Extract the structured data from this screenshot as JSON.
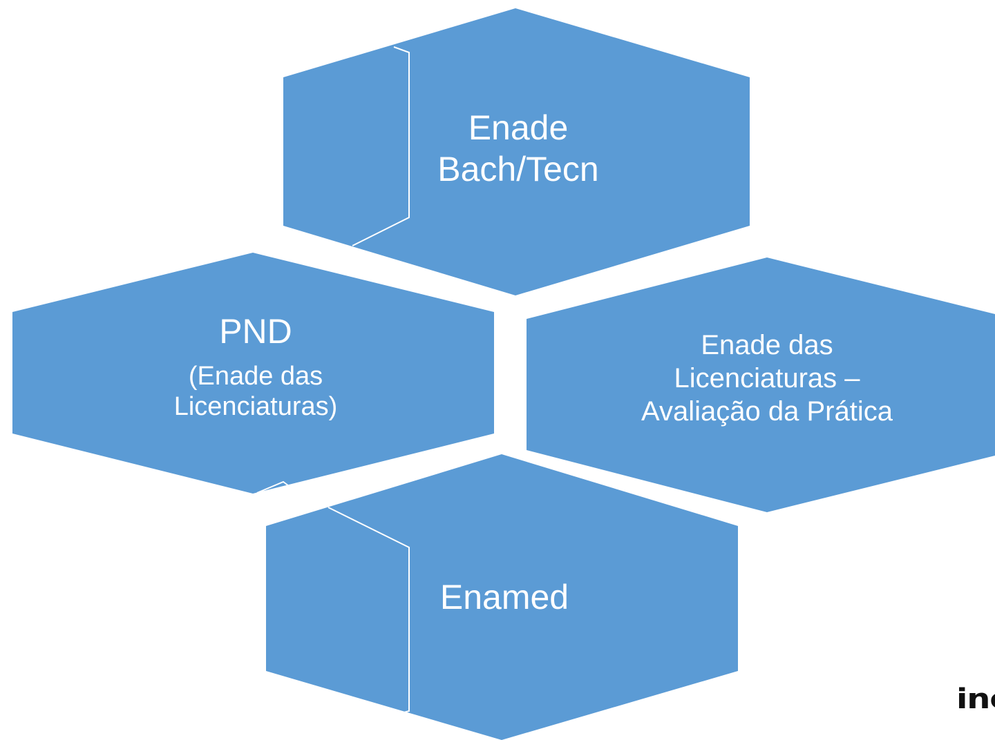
{
  "colors": {
    "hex_fill": "#5b9bd5",
    "hex_text": "#ffffff",
    "divider": "#ffffff",
    "background": "#ffffff"
  },
  "hexagons": {
    "top": {
      "lines": [
        "Enade",
        "Bach/Tecn"
      ]
    },
    "left": {
      "title": "PND",
      "subtitle_lines": [
        "(Enade das",
        "Licenciaturas)"
      ]
    },
    "right": {
      "lines": [
        "Enade das",
        "Licenciaturas –",
        "Avaliação da Prática"
      ]
    },
    "bottom": {
      "lines": [
        "Enamed"
      ]
    }
  },
  "logo": {
    "text": "inep"
  }
}
